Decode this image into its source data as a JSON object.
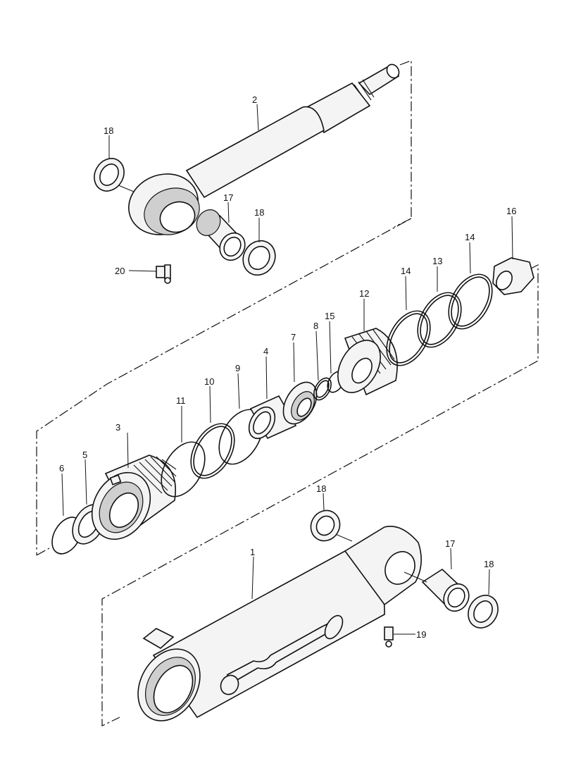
{
  "labels": {
    "l1": "1",
    "l2": "2",
    "l3": "3",
    "l4": "4",
    "l5": "5",
    "l6": "6",
    "l7": "7",
    "l8": "8",
    "l9": "9",
    "l10": "10",
    "l11": "11",
    "l12": "12",
    "l13": "13",
    "l14a": "14",
    "l14b": "14",
    "l15": "15",
    "l16": "16",
    "l17a": "17",
    "l17b": "17",
    "l18a": "18",
    "l18b": "18",
    "l18c": "18",
    "l18d": "18",
    "l19": "19",
    "l20": "20"
  }
}
